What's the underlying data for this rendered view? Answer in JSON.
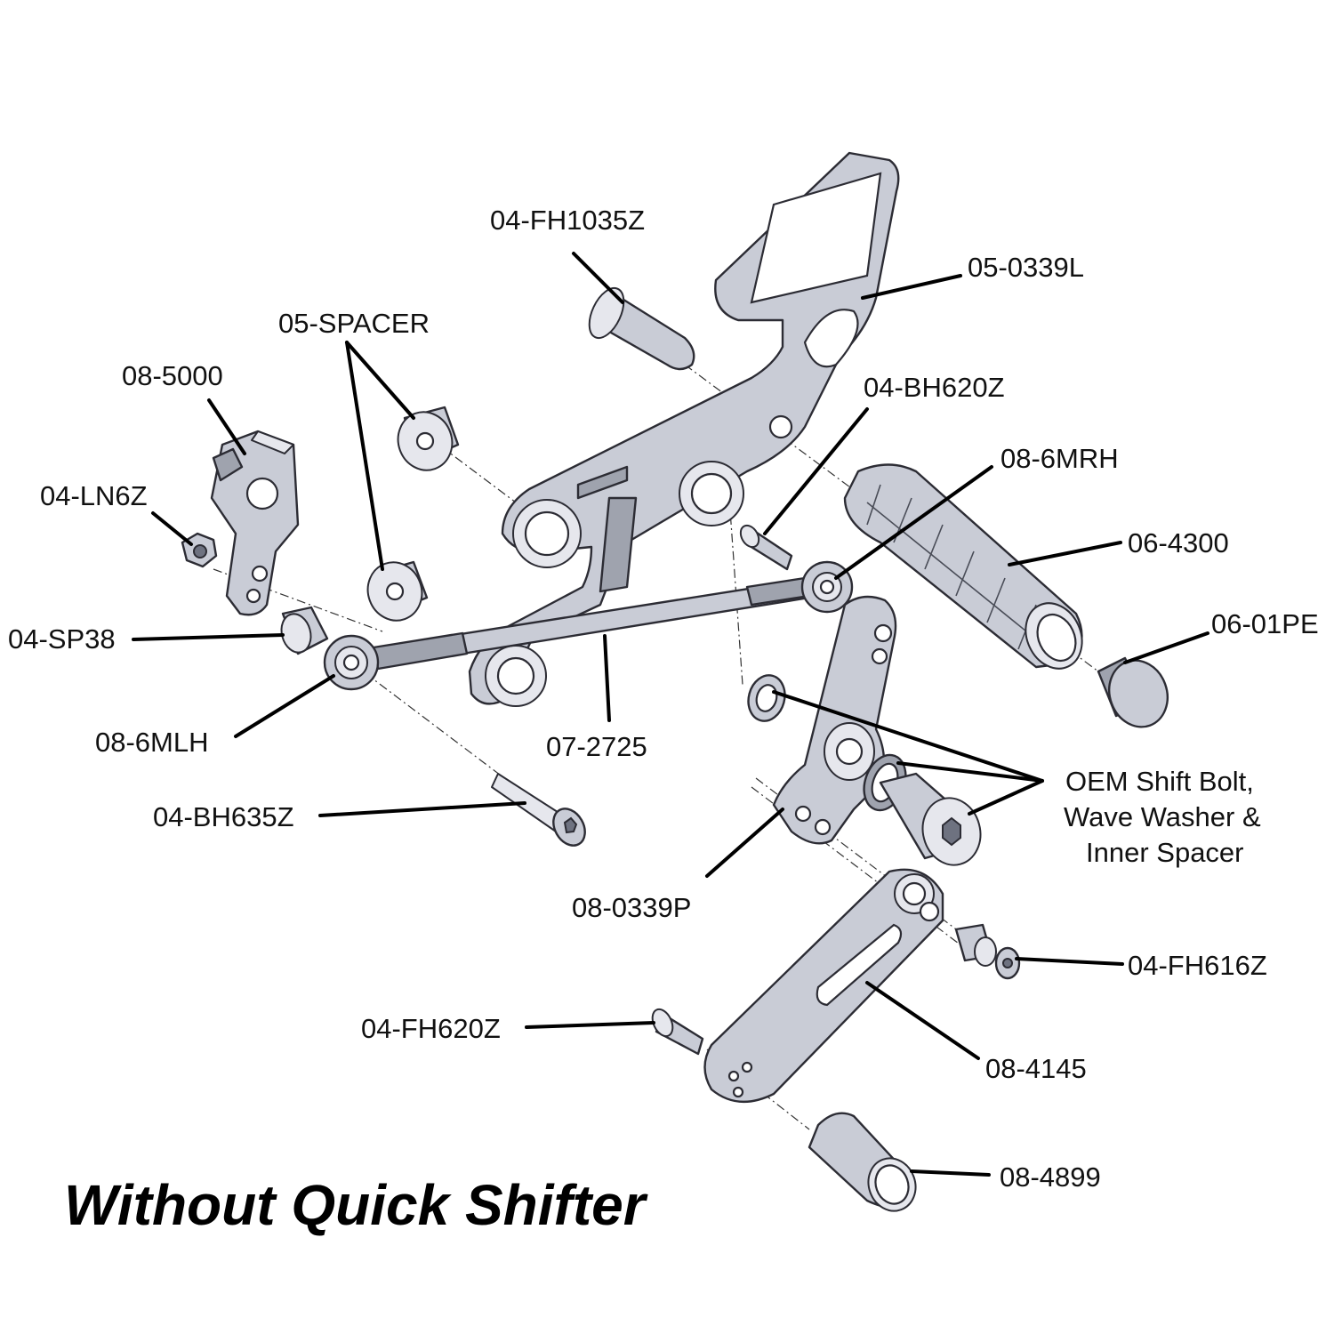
{
  "caption": "Without Quick Shifter",
  "labels": {
    "fh1035z": "04-FH1035Z",
    "l0339": "05-0339L",
    "spacer": "05-SPACER",
    "p5000": "08-5000",
    "bh620z": "04-BH620Z",
    "mrh": "08-6MRH",
    "ln6z": "04-LN6Z",
    "p4300": "06-4300",
    "pe01": "06-01PE",
    "sp38": "04-SP38",
    "mlh": "08-6MLH",
    "p2725": "07-2725",
    "oem_line1": "OEM Shift Bolt,",
    "oem_line2": "Wave Washer &",
    "oem_line3": "Inner Spacer",
    "bh635z": "04-BH635Z",
    "p0339p": "08-0339P",
    "fh616z": "04-FH616Z",
    "fh620z": "04-FH620Z",
    "p4145": "08-4145",
    "p4899": "08-4899"
  }
}
